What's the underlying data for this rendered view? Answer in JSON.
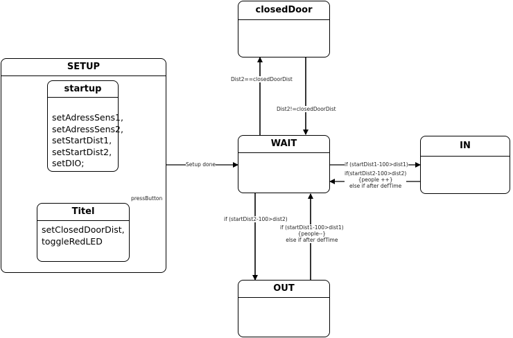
{
  "states": {
    "setup": {
      "title": "SETUP"
    },
    "startup": {
      "title": "startup",
      "lines": [
        "setAdressSens1,",
        "setAdressSens2,",
        "setStartDist1,",
        "setStartDist2,",
        "setDIO;"
      ]
    },
    "titel": {
      "title": "Titel",
      "lines": [
        "setClosedDoorDist,",
        "toggleRedLED"
      ]
    },
    "closed_door": {
      "title": "closedDoor"
    },
    "wait": {
      "title": "WAIT"
    },
    "in": {
      "title": "IN"
    },
    "out": {
      "title": "OUT"
    }
  },
  "transitions": {
    "press_button": "pressButton",
    "setup_done": "Setup done",
    "dist2_eq": "Dist2==closedDoorDist",
    "dist2_neq": "Dist2!=closedDoorDist",
    "wait_to_in_1": "if (startDist1-100>dist1)",
    "in_to_wait_1": "if(startDist2-100>dist2)",
    "in_to_wait_2": "{people ++}",
    "in_to_wait_3": "else if after defTime",
    "wait_to_out": "if (startDist2-100>dist2)",
    "out_to_wait_1": "if (startDist1-100>dist1)",
    "out_to_wait_2": "{people--}",
    "out_to_wait_3": "else if after defTime"
  }
}
